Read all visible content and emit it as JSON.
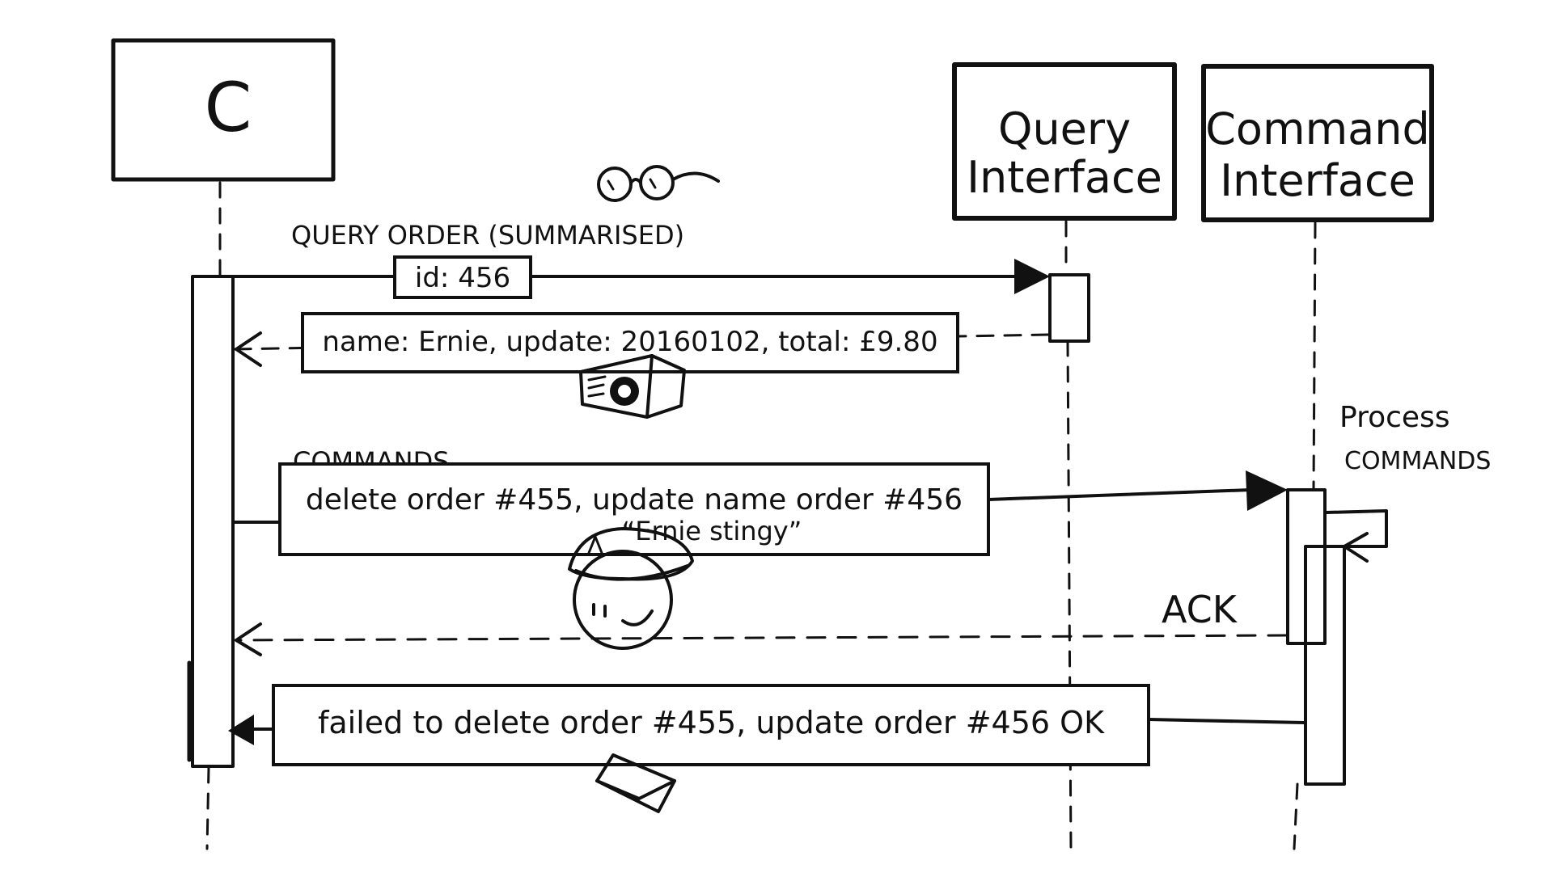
{
  "participants": {
    "client": {
      "label": "C"
    },
    "query": {
      "line1": "Query",
      "line2": "Interface"
    },
    "command": {
      "line1": "Command",
      "line2": "Interface"
    }
  },
  "messages": {
    "query_order": {
      "label": "QUERY ORDER (SUMMARISED)",
      "payload": "id: 456"
    },
    "query_response": {
      "payload": "name: Ernie, update: 20160102, total: £9.80"
    },
    "commands": {
      "label": "COMMANDS",
      "payload_line1": "delete order #455, update name order #456",
      "payload_line2": "“Ernie stingy”"
    },
    "process": {
      "line1": "Process",
      "line2": "COMMANDS"
    },
    "ack": {
      "label": "ACK"
    },
    "result": {
      "payload": "failed to delete order #455, update order #456 OK"
    }
  },
  "icons": [
    "glasses-icon",
    "projector-icon",
    "captain-face-icon",
    "envelope-icon"
  ],
  "colors": {
    "ink": "#111111",
    "paper": "#ffffff"
  }
}
